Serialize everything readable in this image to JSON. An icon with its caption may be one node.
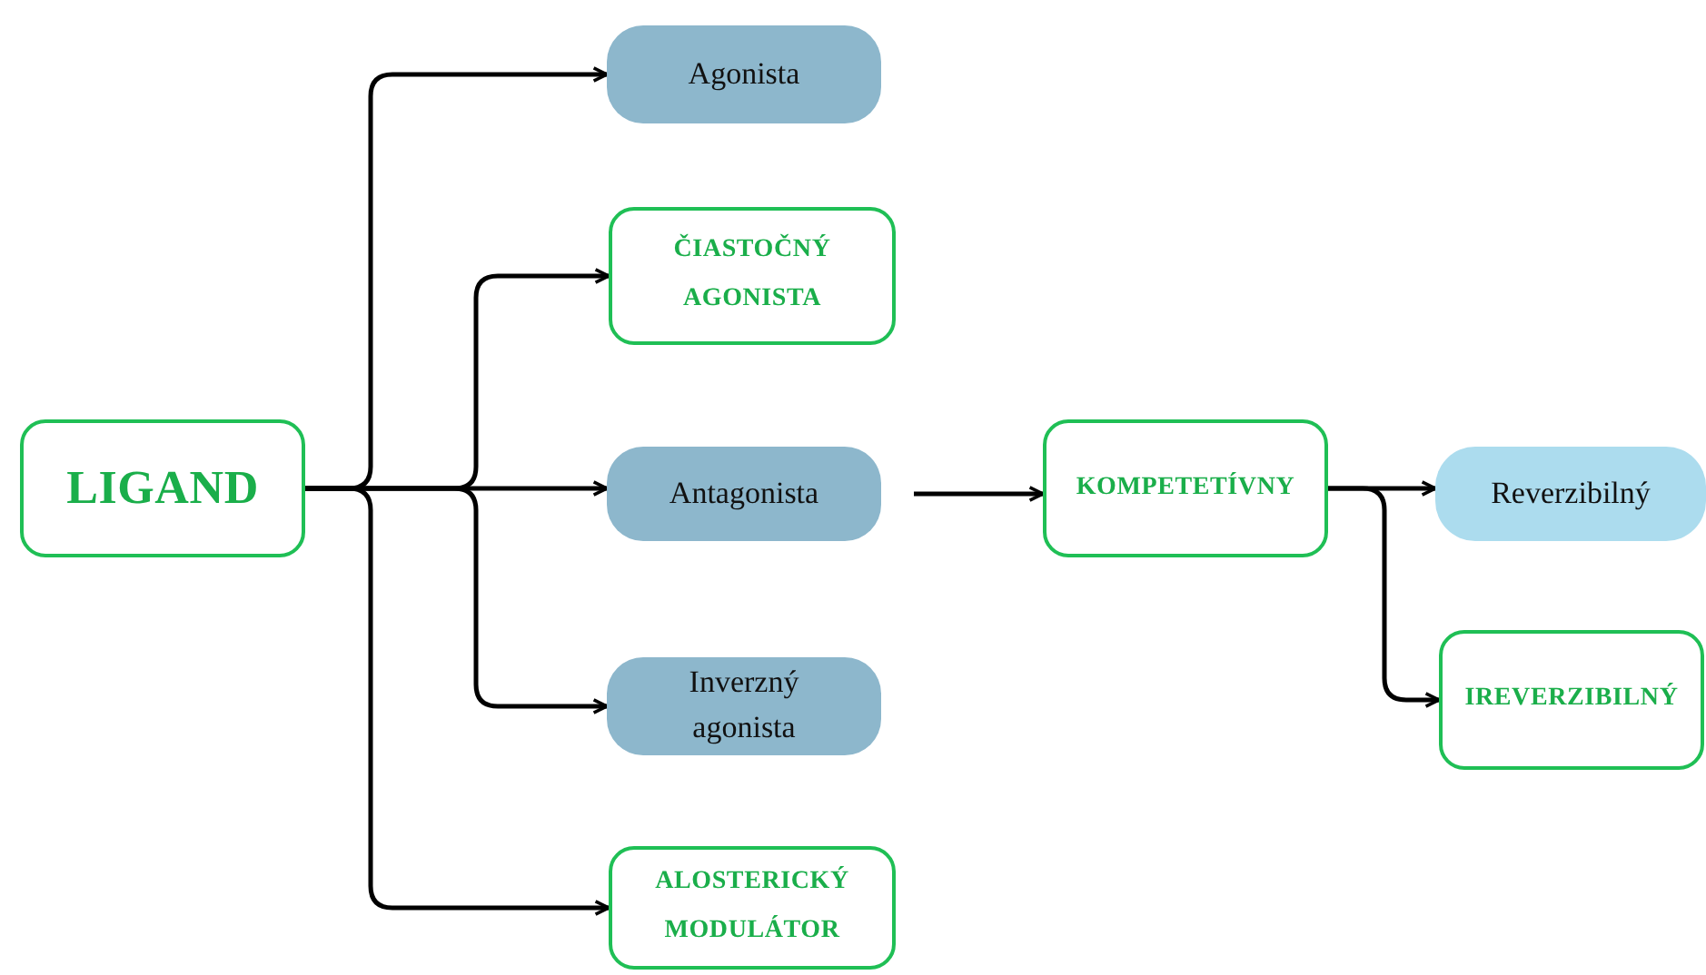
{
  "diagram": {
    "nodes": [
      {
        "text": [
          "LIGAND"
        ]
      },
      {
        "text": [
          "Agonista"
        ]
      },
      {
        "text": [
          "ČIASTOČNÝ AGONISTA"
        ]
      },
      {
        "text": [
          "Antagonista"
        ]
      },
      {
        "text": [
          "Inverzný agonista"
        ]
      },
      {
        "text": [
          "ALOSTERICKÝ MODULÁTOR"
        ]
      },
      {
        "text": [
          "KOMPETETÍVNY"
        ]
      },
      {
        "text": [
          "Reverzibilný"
        ]
      },
      {
        "text": [
          "IREVERZIBILNÝ"
        ]
      }
    ],
    "edges": [
      {
        "from": 0,
        "to": 1,
        "arrow": "to"
      },
      {
        "from": 0,
        "to": 2,
        "arrow": "to"
      },
      {
        "from": 0,
        "to": 3,
        "arrow": "to"
      },
      {
        "from": 0,
        "to": 4,
        "arrow": "to"
      },
      {
        "from": 0,
        "to": 5,
        "arrow": "to"
      },
      {
        "from": 3,
        "to": 6,
        "arrow": "to"
      },
      {
        "from": 6,
        "to": 7,
        "arrow": "to"
      },
      {
        "from": 6,
        "to": 8,
        "arrow": "to"
      }
    ]
  }
}
